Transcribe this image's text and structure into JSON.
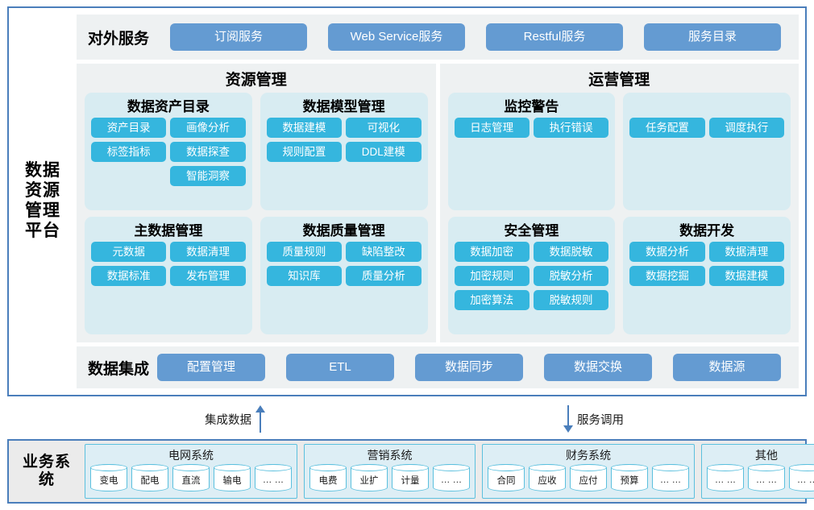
{
  "platform": {
    "side_label": "数据资源管理平台",
    "external_services": {
      "title": "对外服务",
      "buttons": [
        "订阅服务",
        "Web Service服务",
        "Restful服务",
        "服务目录"
      ]
    },
    "panels": [
      {
        "title": "资源管理",
        "groups": [
          {
            "title": "数据资产目录",
            "items": [
              "资产目录",
              "画像分析",
              "标签指标",
              "数据探查",
              "智能洞察"
            ]
          },
          {
            "title": "数据模型管理",
            "items": [
              "数据建模",
              "可视化",
              "规则配置",
              "DDL建模"
            ]
          },
          {
            "title": "主数据管理",
            "items": [
              "元数据",
              "数据清理",
              "数据标准",
              "发布管理"
            ]
          },
          {
            "title": "数据质量管理",
            "items": [
              "质量规则",
              "缺陷整改",
              "知识库",
              "质量分析"
            ]
          }
        ]
      },
      {
        "title": "运营管理",
        "groups": [
          {
            "title": "监控警告",
            "items": [
              "日志管理",
              "执行错误"
            ]
          },
          {
            "title": "",
            "items": [
              "任务配置",
              "调度执行"
            ]
          },
          {
            "title": "安全管理",
            "items": [
              "数据加密",
              "数据脱敏",
              "加密规则",
              "脱敏分析",
              "加密算法",
              "脱敏规则"
            ]
          },
          {
            "title": "数据开发",
            "items": [
              "数据分析",
              "数据清理",
              "数据挖掘",
              "数据建模"
            ]
          }
        ]
      }
    ],
    "data_integration": {
      "title": "数据集成",
      "buttons": [
        "配置管理",
        "ETL",
        "数据同步",
        "数据交换",
        "数据源"
      ]
    }
  },
  "connectors": {
    "left": {
      "label": "集成数据",
      "direction": "up"
    },
    "right": {
      "label": "服务调用",
      "direction": "down"
    }
  },
  "business": {
    "side_label": "业务系统",
    "groups": [
      {
        "title": "电网系统",
        "items": [
          "变电",
          "配电",
          "直流",
          "输电",
          "… …"
        ]
      },
      {
        "title": "营销系统",
        "items": [
          "电费",
          "业扩",
          "计量",
          "… …"
        ]
      },
      {
        "title": "财务系统",
        "items": [
          "合同",
          "应收",
          "应付",
          "预算",
          "… …"
        ]
      },
      {
        "title": "其他",
        "items": [
          "… …",
          "… …",
          "… …"
        ]
      }
    ]
  },
  "colors": {
    "frame_border": "#4a7ebb",
    "panel_bg": "#eef1f2",
    "group_bg": "#d8ecf2",
    "chip": "#35b6de",
    "service_button": "#649bd2",
    "biz_bg": "#ebebeb",
    "biz_group_border": "#5bc0de"
  }
}
